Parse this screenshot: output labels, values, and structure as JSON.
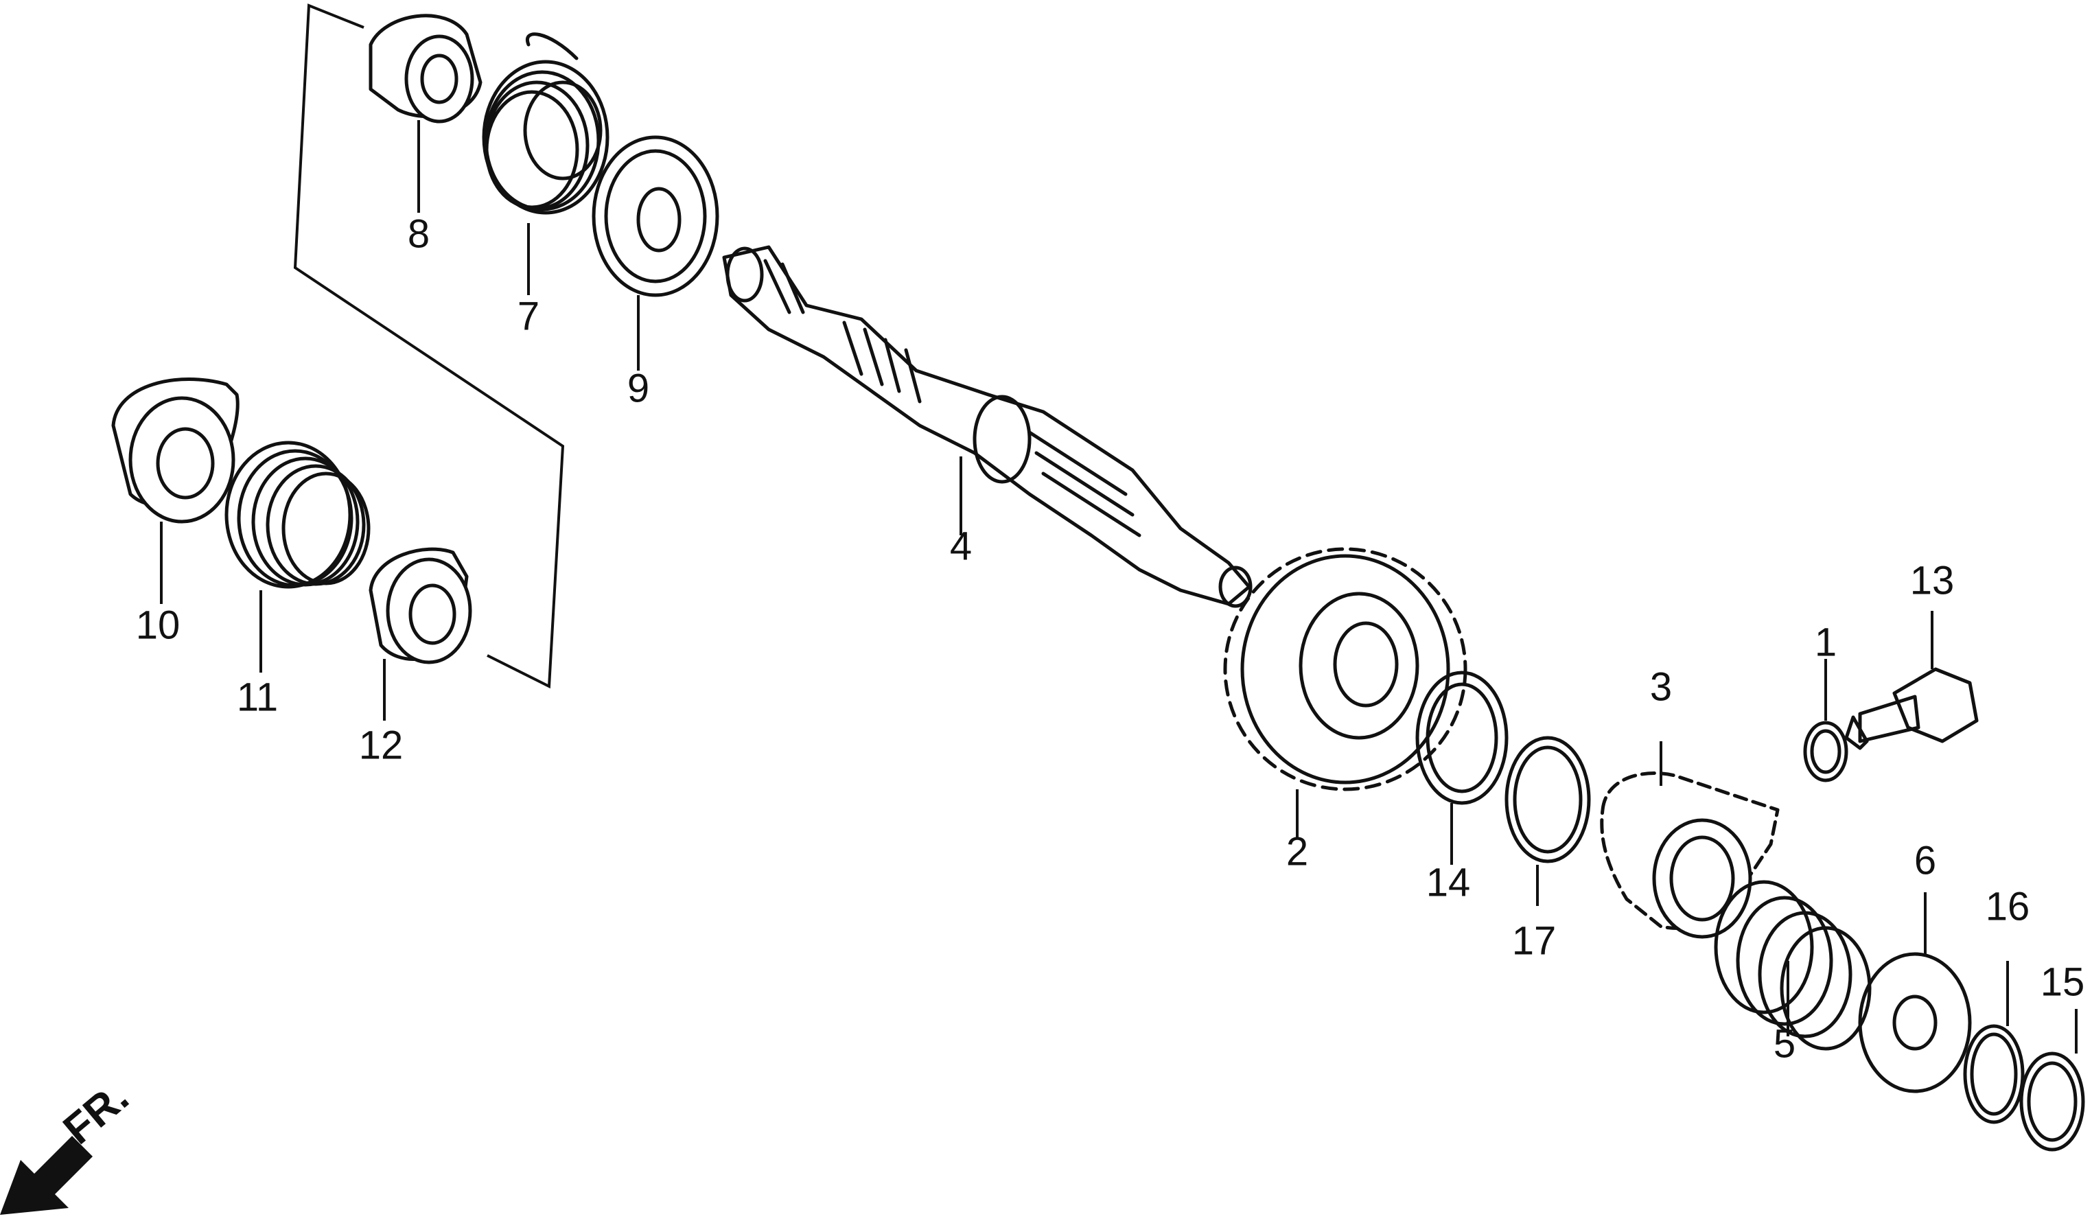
{
  "diagram": {
    "callouts": [
      {
        "id": "1",
        "label": "1"
      },
      {
        "id": "2",
        "label": "2"
      },
      {
        "id": "3",
        "label": "3"
      },
      {
        "id": "4",
        "label": "4"
      },
      {
        "id": "5",
        "label": "5"
      },
      {
        "id": "6",
        "label": "6"
      },
      {
        "id": "7",
        "label": "7"
      },
      {
        "id": "8",
        "label": "8"
      },
      {
        "id": "9",
        "label": "9"
      },
      {
        "id": "10",
        "label": "10"
      },
      {
        "id": "11",
        "label": "11"
      },
      {
        "id": "12",
        "label": "12"
      },
      {
        "id": "13",
        "label": "13"
      },
      {
        "id": "14",
        "label": "14"
      },
      {
        "id": "15",
        "label": "15"
      },
      {
        "id": "16",
        "label": "16"
      },
      {
        "id": "17",
        "label": "17"
      }
    ],
    "orientation_label": "FR."
  }
}
